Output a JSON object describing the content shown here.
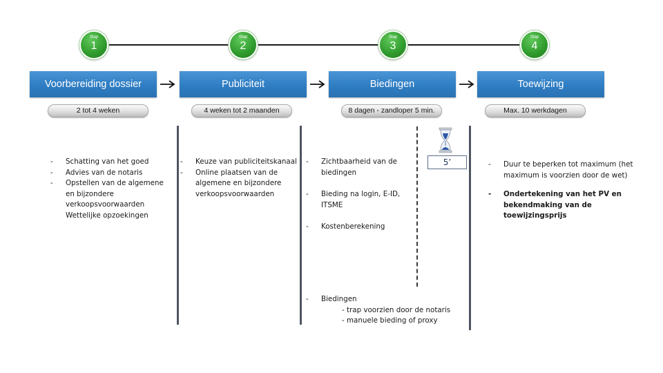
{
  "steps": [
    {
      "word": "Stap",
      "number": "1"
    },
    {
      "word": "Stap",
      "number": "2"
    },
    {
      "word": "Stap",
      "number": "3"
    },
    {
      "word": "Stap",
      "number": "4"
    }
  ],
  "phases": [
    {
      "title": "Voorbereiding dossier",
      "duration": "2 tot 4 weken"
    },
    {
      "title": "Publiciteit",
      "duration": "4 weken tot 2 maanden"
    },
    {
      "title": "Biedingen",
      "duration": "8 dagen - zandloper 5 min."
    },
    {
      "title": "Toewijzing",
      "duration": "Max. 10 werkdagen"
    }
  ],
  "phase1_items": [
    "Schatting van het goed",
    "Advies van de notaris",
    "Opstellen van de algemene en bijzondere verkoopsvoorwaarden",
    "Wettelijke opzoekingen"
  ],
  "phase2_items": [
    "Keuze van publiciteitskanaal",
    "Online plaatsen van de algemene en bijzondere verkoopsvoorwaarden"
  ],
  "phase3_items": [
    "Zichtbaarheid van de biedingen",
    "Bieding na login, E-ID, ITSME",
    "Kostenberekening"
  ],
  "phase3_bids": {
    "title": "Biedingen",
    "sub1": "- trap voorzien door de notaris",
    "sub2": "- manuele bieding of proxy"
  },
  "timer_label": "5’",
  "phase4_items": [
    "Duur te beperken tot maximum (het maximum is voorzien door de wet)",
    "Ondertekening van het PV en bekendmaking van de toewijzingsprijs"
  ],
  "colors": {
    "step_green": "#2f9a2c",
    "header_blue": "#2f7dc3",
    "divider": "#4d5560"
  },
  "icons": [
    "arrow-right-icon",
    "hourglass-icon"
  ]
}
